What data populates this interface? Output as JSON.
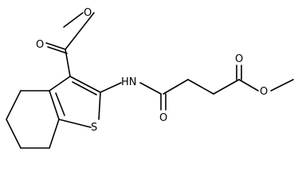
{
  "molecule": {
    "atoms": [
      {
        "id": "ester_o_carbonyl",
        "symbol": "O",
        "label": "O"
      },
      {
        "id": "ester_o_single",
        "symbol": "O",
        "label": "O"
      },
      {
        "id": "amide_n",
        "symbol": "N",
        "label": "HN"
      },
      {
        "id": "amide_o",
        "symbol": "O",
        "label": "O"
      },
      {
        "id": "thio_s",
        "symbol": "S",
        "label": "S"
      },
      {
        "id": "ester2_o_carbonyl",
        "symbol": "O",
        "label": "O"
      },
      {
        "id": "ester2_o_single",
        "symbol": "O",
        "label": "O"
      }
    ]
  }
}
